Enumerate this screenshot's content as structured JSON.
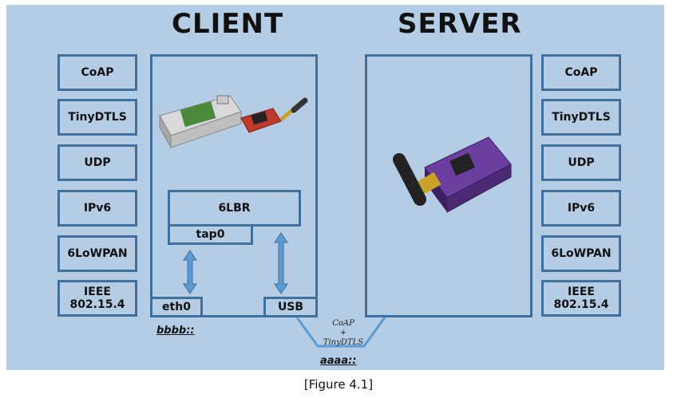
{
  "titles": {
    "client": "CLIENT",
    "server": "SERVER"
  },
  "client_stack": [
    "CoAP",
    "TinyDTLS",
    "UDP",
    "IPv6",
    "6LoWPAN",
    "IEEE 802.15.4"
  ],
  "server_stack": [
    "CoAP",
    "TinyDTLS",
    "UDP",
    "IPv6",
    "6LoWPAN",
    "IEEE 802.15.4"
  ],
  "client_box": {
    "lbr": "6LBR",
    "tap": "tap0",
    "eth": "eth0",
    "usb": "USB"
  },
  "link": {
    "line1": "CoAP",
    "line2": "+",
    "line3": "TinyDTLS"
  },
  "addresses": {
    "client": "bbbb::",
    "link": "aaaa::"
  },
  "caption": "[Figure 4.1]",
  "colors": {
    "background": "#b4cde5",
    "border": "#3f6f9e",
    "arrow": "#5b9bd5",
    "link_line": "#5b9bd5"
  }
}
